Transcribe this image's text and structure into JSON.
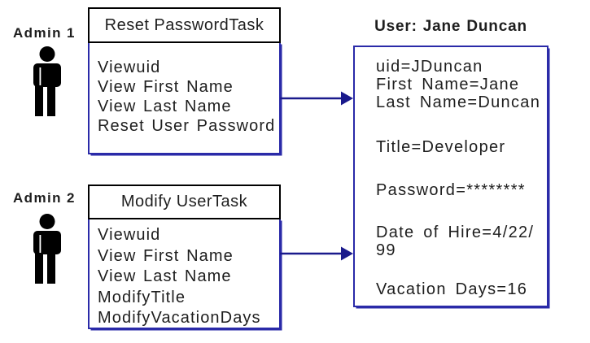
{
  "admins": [
    {
      "label": "Admin 1"
    },
    {
      "label": "Admin 2"
    }
  ],
  "tasks": [
    {
      "title": "Reset PasswordTask",
      "permissions": [
        "Viewuid",
        "View First Name",
        "View Last Name",
        "Reset User Password"
      ]
    },
    {
      "title": "Modify UserTask",
      "permissions": [
        "Viewuid",
        "View First Name",
        "View Last Name",
        "ModifyTitle",
        "ModifyVacationDays"
      ]
    }
  ],
  "user_card": {
    "title": "User: Jane Duncan",
    "lines": [
      "uid=JDuncan",
      "First Name=Jane",
      "Last Name=Duncan",
      "Title=Developer",
      "Password=********",
      "Date of Hire=4/22/",
      "99",
      "Vacation Days=16"
    ]
  },
  "colors": {
    "box_border": "#2a2aa8",
    "arrow": "#1a1a8c",
    "header_border": "#000000",
    "text": "#1e1e1e"
  }
}
